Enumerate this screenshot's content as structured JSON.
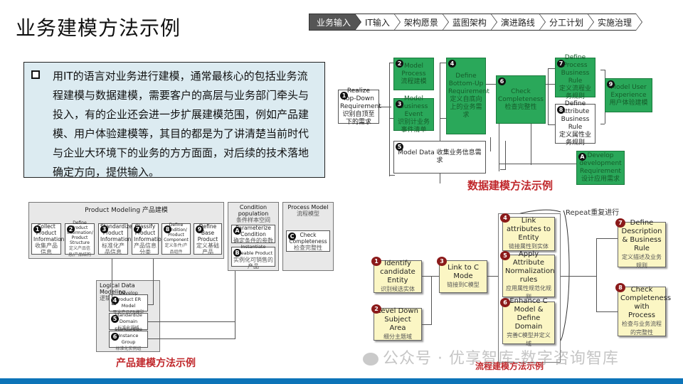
{
  "header": {
    "title": "业务建模方法示例",
    "nav": [
      {
        "label": "业务输入",
        "active": true
      },
      {
        "label": "IT输入",
        "active": false
      },
      {
        "label": "架构愿景",
        "active": false
      },
      {
        "label": "蓝图架构",
        "active": false
      },
      {
        "label": "演进路线",
        "active": false
      },
      {
        "label": "分工计划",
        "active": false
      },
      {
        "label": "实施治理",
        "active": false
      }
    ]
  },
  "intro": {
    "text": "用IT的语言对业务进行建模，通常最核心的包括业务流程建模与数据建模，需要客户的高层与业务部门牵头与投入，有的企业还会进一步扩展建模范围，例如产品建模、用户体验建模等，其目的都是为了讲清楚当前时代与企业大环境下的业务的方方面面，对后续的技术落地确定方向，提供输入。"
  },
  "data_modeling": {
    "caption": "数据建模方法示例",
    "steps": [
      {
        "num": "1",
        "en": "Realize Top-Down Requirement",
        "zh": "识别自顶至下的需求"
      },
      {
        "num": "2",
        "en": "Model Process",
        "zh": "流程建模"
      },
      {
        "num": "3",
        "en": "Model Business Event",
        "zh": "识别计业务事件清单"
      },
      {
        "num": "4",
        "en": "Define Bottom-Up Requirement",
        "zh": "定义自底向上的业务需求"
      },
      {
        "num": "5",
        "en": "Model Data",
        "zh": "收集业务信息需求"
      },
      {
        "num": "6",
        "en": "Check Completeness",
        "zh": "检查完整性"
      },
      {
        "num": "7",
        "en": "Define Process Business Rule",
        "zh": "定义流程业务规则"
      },
      {
        "num": "8",
        "en": "Define Attribute Business Rule",
        "zh": "定义属性业务规则"
      },
      {
        "num": "9",
        "en": "Model User Experience",
        "zh": "用户体验建模"
      },
      {
        "num": "A",
        "en": "Develop development Requirement",
        "zh": "设计应用需求"
      }
    ]
  },
  "product_modeling": {
    "caption": "产品建模方法示例",
    "panel_title": "Product Modeling 产品建模",
    "steps": [
      {
        "num": "1",
        "en": "Collect Product Information",
        "zh": "收集产品信息"
      },
      {
        "num": "2",
        "en": "Define Product Information/ Product Structure",
        "zh": "定义产品信息/产品结构"
      },
      {
        "num": "3",
        "en": "Standardize Product Information",
        "zh": "标准化产品信息"
      },
      {
        "num": "7",
        "en": "Classify Product Information",
        "zh": "产品信息分类"
      },
      {
        "num": "8",
        "en": "Define Condition/ Product Component",
        "zh": "定义条件/产品组件"
      },
      {
        "num": "9",
        "en": "Define Base Product",
        "zh": "定义基础产品"
      }
    ],
    "condition_panel": {
      "title_en": "Condition population",
      "title_zh": "条件样本空间",
      "items": [
        {
          "num": "A",
          "en": "Parameterize Condition",
          "zh": "确定条件的参数"
        },
        {
          "num": "B",
          "en": "Instantiate Saleable Product",
          "zh": "实例化可销售的产品"
        }
      ]
    },
    "process_panel": {
      "title_en": "Process Model",
      "title_zh": "流程模型",
      "items": [
        {
          "num": "C",
          "en": "Check Completeness",
          "zh": "检查完整性"
        }
      ]
    },
    "logical_panel": {
      "title_en": "Logical Data Modeling",
      "title_zh": "逻辑数据建模",
      "tag": "(C",
      "items": [
        {
          "num": "4",
          "en": "Develop Product ER Model",
          "zh": "开发产品ER模型"
        },
        {
          "num": "5",
          "en": "Standardize Domain",
          "zh": "标准化规域"
        },
        {
          "num": "6",
          "en": "Standardize Instance Group",
          "zh": "标准化实例组"
        }
      ]
    }
  },
  "process_modeling": {
    "caption": "流程建模方法示例",
    "repeat_label": "Repeat重复进行",
    "steps": [
      {
        "num": "1",
        "en": "Identify candidate Entity",
        "zh": "识别候选实体"
      },
      {
        "num": "2",
        "en": "Level Down Subject Area",
        "zh": "细分主题域"
      },
      {
        "num": "3",
        "en": "Link to C Mode",
        "zh": "链接到C模型"
      },
      {
        "num": "4",
        "en": "Link attributes to Entity",
        "zh": "链接属性到实体"
      },
      {
        "num": "5",
        "en": "Apply Attribute Normalization rules",
        "zh": "应用属性规范化规则"
      },
      {
        "num": "6",
        "en": "Enhance C Model & Define Domain",
        "zh": "完善C模型并定义域"
      },
      {
        "num": "7",
        "en": "Define Description & Business Rule",
        "zh": "定义描述及业务规则"
      },
      {
        "num": "8",
        "en": "Check Completeness with Process",
        "zh": "检查与业务流程的完整性"
      }
    ]
  },
  "watermark": "公众号 · 优享智库-数字咨询智库",
  "colors": {
    "green": "#2aa85a",
    "intro_bg": "#dcebf1",
    "yellow_box": "#fbf6c4",
    "caption_red": "#c0282c",
    "footer_blue": "#0d74b8",
    "nav_active": "#555555"
  }
}
